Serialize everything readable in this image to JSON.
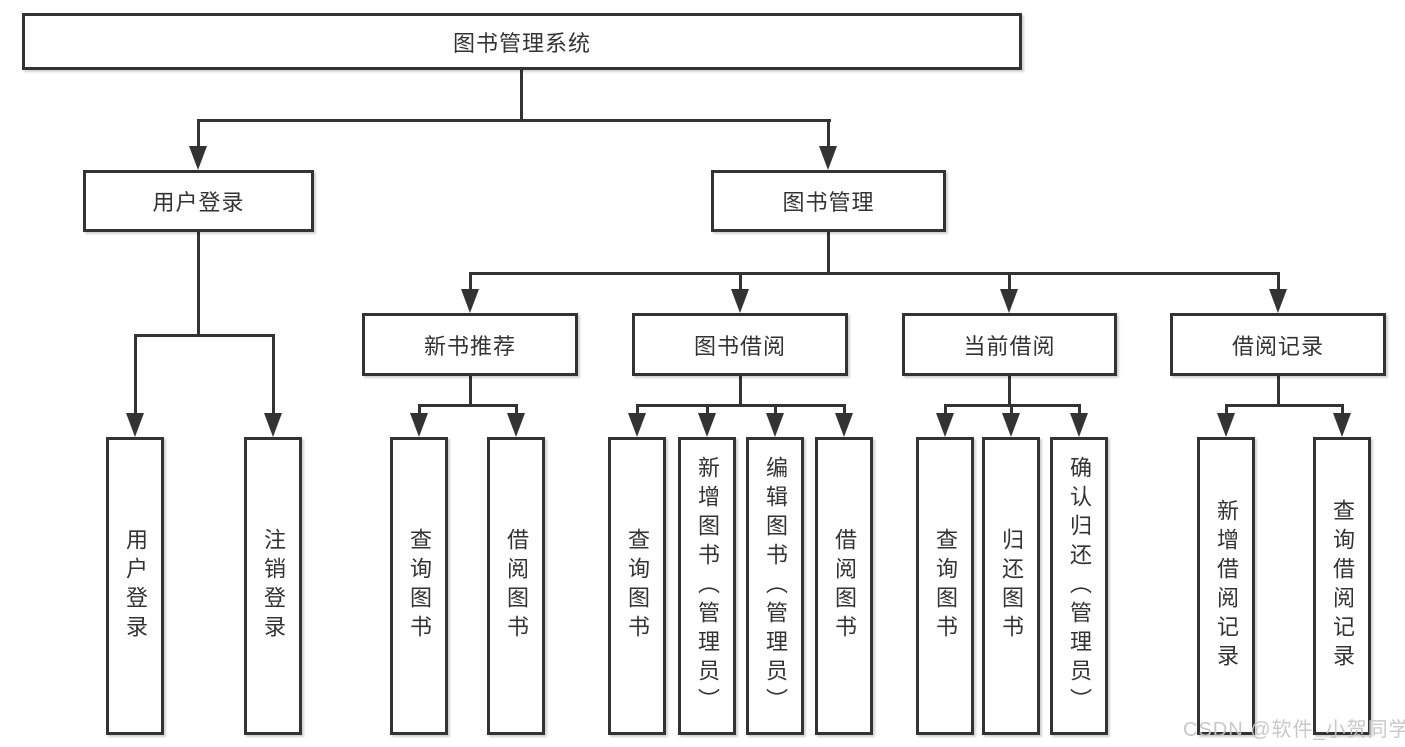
{
  "diagram": {
    "root": {
      "label": "图书管理系统",
      "children": [
        {
          "label": "用户登录",
          "children": [
            {
              "label": "用户登录"
            },
            {
              "label": "注销登录"
            }
          ]
        },
        {
          "label": "图书管理",
          "children": [
            {
              "label": "新书推荐",
              "children": [
                {
                  "label": "查询图书"
                },
                {
                  "label": "借阅图书"
                }
              ]
            },
            {
              "label": "图书借阅",
              "children": [
                {
                  "label": "查询图书"
                },
                {
                  "label": "新增图书（管理员）"
                },
                {
                  "label": "编辑图书（管理员）"
                },
                {
                  "label": "借阅图书"
                }
              ]
            },
            {
              "label": "当前借阅",
              "children": [
                {
                  "label": "查询图书"
                },
                {
                  "label": "归还图书"
                },
                {
                  "label": "确认归还（管理员）"
                }
              ]
            },
            {
              "label": "借阅记录",
              "children": [
                {
                  "label": "新增借阅记录"
                },
                {
                  "label": "查询借阅记录"
                }
              ]
            }
          ]
        }
      ]
    }
  },
  "watermark": {
    "text": "CSDN @软件_小贺同学",
    "color": "#c6c6c6"
  },
  "colors": {
    "line": "#333333",
    "box_border": "#333333",
    "text": "#333333",
    "background": "#ffffff"
  }
}
